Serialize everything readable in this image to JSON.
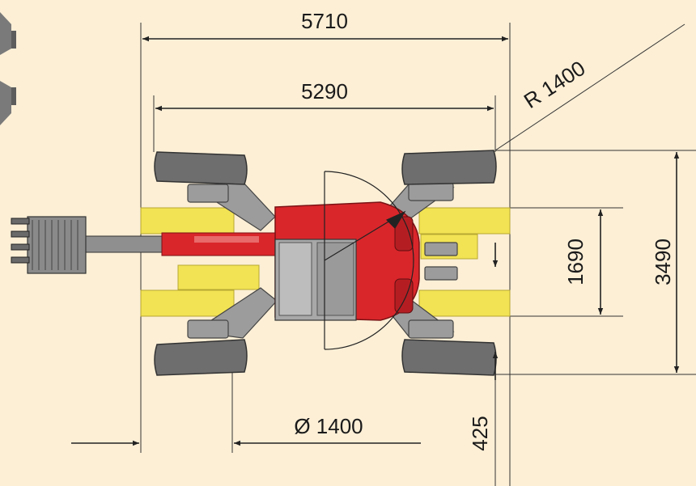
{
  "dimensions": {
    "overall_length": "5710",
    "track_length": "5290",
    "reach_radius": "R 1400",
    "overall_width": "3490",
    "inner_width": "1690",
    "tool_diameter": "Ø 1400",
    "offset": "425"
  },
  "colors": {
    "background": "#fcefd6",
    "chassis_red": "#d9262b",
    "outrigger_yellow": "#f2e354",
    "track_gray": "#6e6e6e",
    "steel_gray": "#9c9c9c",
    "line": "#222222"
  }
}
